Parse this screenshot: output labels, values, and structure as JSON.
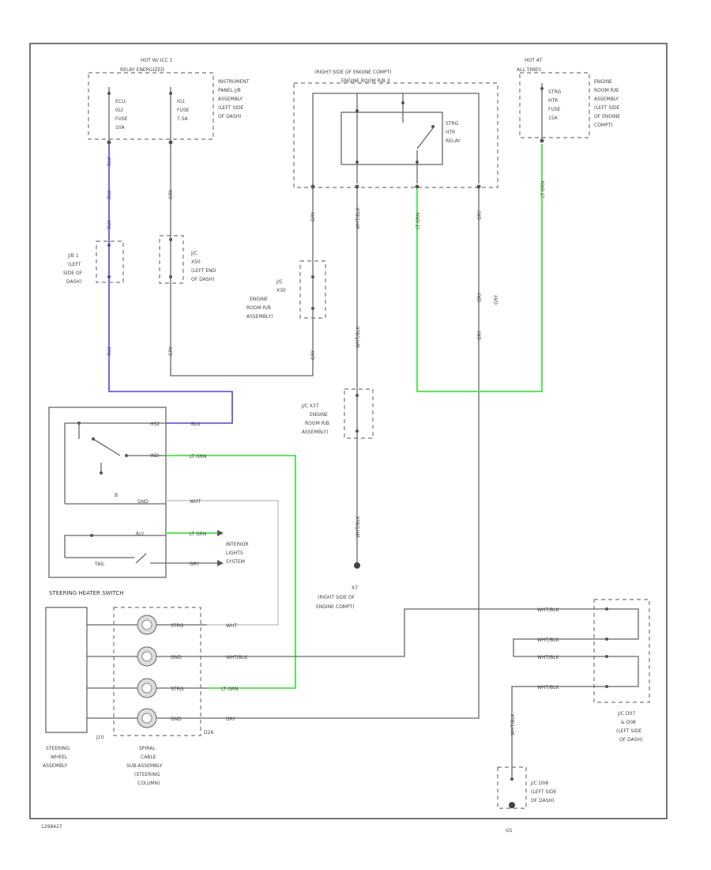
{
  "corner_label": "1298427",
  "fuses": {
    "group_label_line1": "HOT W/ ICC 1",
    "group_label_line2": "RELAY ENERGIZED",
    "f1": [
      "ECU-",
      "IG2",
      "FUSE",
      "10A"
    ],
    "f2": [
      "IG1",
      "FUSE",
      "7.5A"
    ],
    "panel_jb": [
      "INSTRUMENT",
      "PANEL J/B",
      "ASSEMBLY",
      "(LEFT SIDE",
      "OF DASH)"
    ]
  },
  "engine_box": {
    "title_line1": "(RIGHT SIDE OF ENGINE COMPT)",
    "title_line2": "ENGINE ROOM R/B 3",
    "relay_label": [
      "STRG",
      "HTR",
      "RELAY"
    ]
  },
  "hot_at": {
    "label_line1": "HOT AT",
    "label_line2": "ALL TIMES",
    "fuse": [
      "STRG",
      "HTR",
      "FUSE",
      "15A"
    ],
    "location": [
      "ENGINE",
      "ROOM R/B",
      "ASSEMBLY",
      "(LEFT SIDE",
      "OF ENGINE",
      "COMPT)"
    ]
  },
  "wire_labels": {
    "blu": "BLU",
    "gry": "GRY",
    "wht_blk": "WHT/BLK",
    "lt_grn": "LT GRN",
    "wht": "WHT"
  },
  "junctions": {
    "jb1": [
      "J/B 1",
      "(LEFT",
      "SIDE OF",
      "DASH)"
    ],
    "j_c_x50": [
      "J/C",
      "X50",
      "(LEFT END",
      "OF DASH)"
    ],
    "j_c_x30": [
      "J/C",
      "X30",
      "ENGINE",
      "ROOM R/B",
      "ASSEMBLY)"
    ],
    "j_c_x37": [
      "J/C X37",
      "ENGINE",
      "ROOM R/B",
      "ASSEMBLY)"
    ],
    "x7": [
      "X7",
      "(RIGHT SIDE OF",
      "ENGINE COMPT)"
    ],
    "jc_d07": [
      "J/C D07",
      "& D08",
      "(LEFT SIDE",
      "OF DASH)"
    ],
    "jc_d08": [
      "J/C D08",
      "(LEFT SIDE",
      "OF DASH)"
    ]
  },
  "switch": {
    "title": "STEERING HEATER SWITCH",
    "pins": [
      "HS2",
      "IND",
      "GND",
      "RLY",
      "TAIL"
    ],
    "interior": [
      "INTERIOR",
      "LIGHTS",
      "SYSTEM"
    ]
  },
  "steering": {
    "wheel_label": [
      "STEERING",
      "WHEEL",
      "ASSEMBLY"
    ],
    "spiral_label": [
      "SPIRAL",
      "CABLE",
      "SUB-ASSEMBLY",
      "(STEERING",
      "COLUMN)"
    ],
    "connector_left": "J10",
    "connector_right": "D26",
    "pin_labels": [
      "STRG",
      "GND",
      "STRG",
      "GND"
    ]
  },
  "ground_label": "G5"
}
